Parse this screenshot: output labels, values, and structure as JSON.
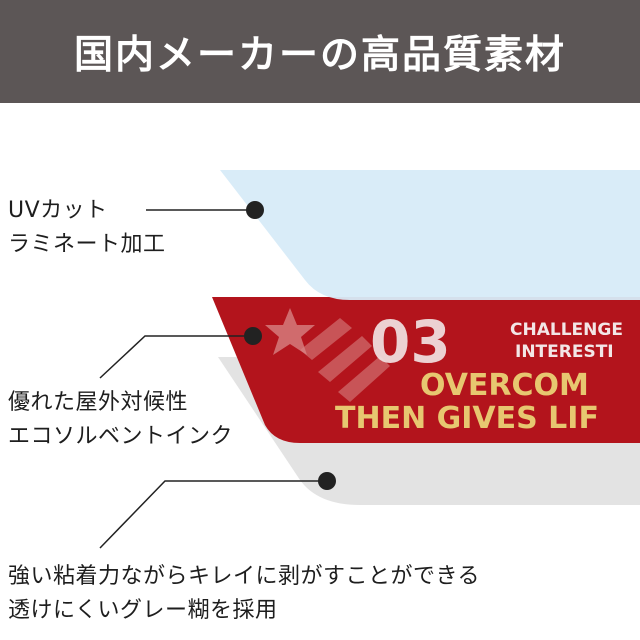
{
  "header": {
    "title": "国内メーカーの高品質素材"
  },
  "layers": [
    {
      "id": "uv",
      "lines": [
        "UVカット",
        "ラミネート加工"
      ],
      "color": "#d6e9f7"
    },
    {
      "id": "ink",
      "lines": [
        "優れた屋外対候性",
        "エコソルベントインク"
      ],
      "color": "#b0141c"
    },
    {
      "id": "glue",
      "lines": [
        "強い粘着力ながらキレイに剥がすことができる",
        "透けにくいグレー糊を採用"
      ],
      "color": "#e2e2e2"
    }
  ],
  "sticker": {
    "number": "03",
    "line1": "CHALLENGE",
    "line2": "INTERESTI",
    "line3": "OVERCOM",
    "line4": "THEN GIVES LIF"
  }
}
